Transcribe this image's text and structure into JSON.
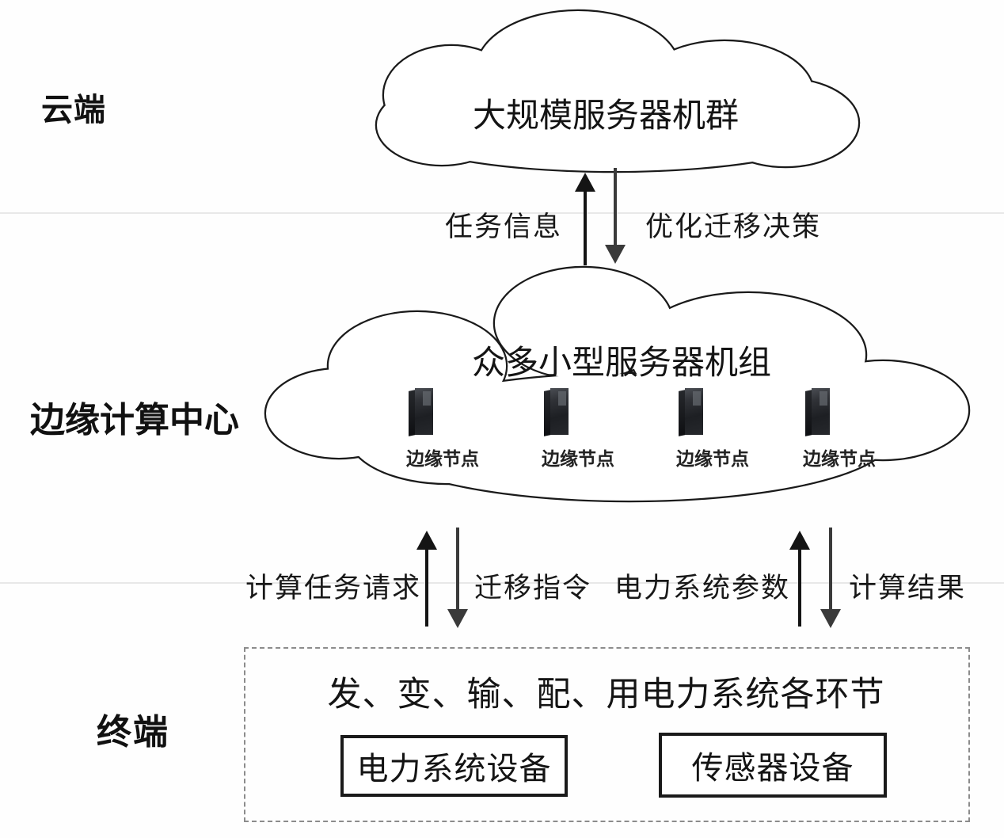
{
  "tiers": {
    "cloud": "云端",
    "edge": "边缘计算中心",
    "terminal": "终端"
  },
  "cloud_tier": {
    "title": "大规模服务器机群"
  },
  "edge_tier": {
    "title": "众多小型服务器机组",
    "nodes": [
      "边缘节点",
      "边缘节点",
      "边缘节点",
      "边缘节点"
    ],
    "node_icon": "server-tower-icon"
  },
  "flows": {
    "task_info": "任务信息",
    "migration_decision": "优化迁移决策",
    "task_request": "计算任务请求",
    "migration_cmd": "迁移指令",
    "power_params": "电力系统参数",
    "compute_result": "计算结果"
  },
  "terminal_tier": {
    "title": "发、变、输、配、用电力系统各环节",
    "devices": [
      "电力系统设备",
      "传感器设备"
    ]
  },
  "colors": {
    "outline": "#1a1a1a",
    "arrow_up": "#141414",
    "arrow_down": "#3a3a3a",
    "dashed_border": "#8c8c8c",
    "background": "#fefefe"
  }
}
